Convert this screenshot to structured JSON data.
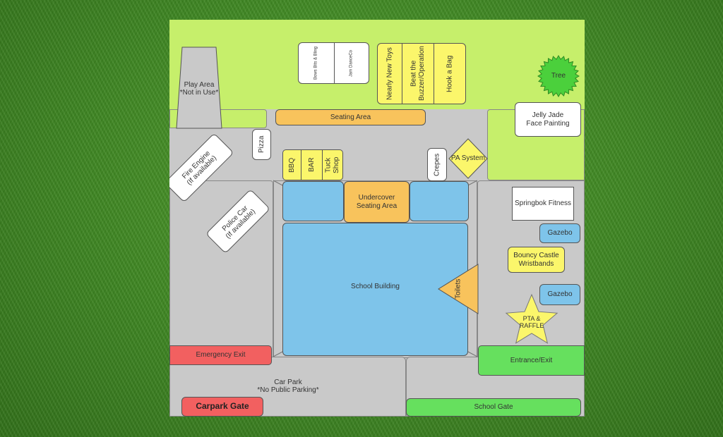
{
  "map": {
    "background": "grass",
    "colors": {
      "grass_area": "#c6ef6b",
      "pavement": "#c9c9c9",
      "stall_yellow": "#fbf66b",
      "seating_orange": "#f8c35c",
      "building_blue": "#7ec4ea",
      "exit_red": "#f26060",
      "entrance_green": "#66e05e",
      "white_stall": "#ffffff",
      "tree_green": "#4bd03c"
    },
    "labels": {
      "play_area": "Play Area\n*Not in Use*",
      "bows": "Bows Bits & Bling",
      "jam": "Jam DanceCo",
      "nearly_new": "Nearly New Toys",
      "beat_buzzer": "Beat the Buzzer/Operation",
      "hook_bag": "Hook a Bag",
      "tree": "Tree",
      "seating": "Seating Area",
      "jelly_jade": "Jelly Jade\nFace Painting",
      "pizza": "Pizza",
      "fire_engine": "Fire Engine\n(If available)",
      "bbq": "BBQ",
      "bar": "BAR",
      "tuck_shop": "Tuck Shop",
      "crepes": "Crepes",
      "pa_system": "PA System",
      "undercover": "Undercover\nSeating Area",
      "police_car": "Police Car\n(If available)",
      "springbok": "Springbok Fitness",
      "gazebo_1": "Gazebo",
      "bouncy_castle": "Bouncy Castle\nWristbands",
      "school_building": "School Building",
      "toilets": "Toilets",
      "gazebo_2": "Gazebo",
      "pta_raffle": "PTA &\nRAFFLE",
      "emergency_exit": "Emergency Exit",
      "entrance_exit": "Entrance/Exit",
      "car_park": "Car Park\n*No Public Parking*",
      "carpark_gate": "Carpark Gate",
      "school_gate": "School Gate"
    }
  }
}
